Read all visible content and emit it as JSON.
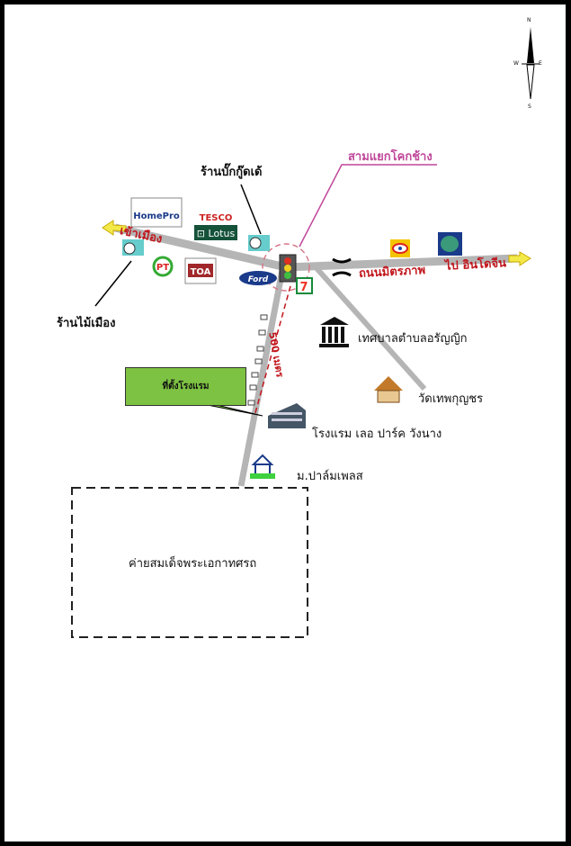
{
  "compass": {
    "n": "N",
    "s": "S",
    "e": "E",
    "w": "W"
  },
  "junction_label": "สามแยกโคกช้าง",
  "to_city": "เข้าเมือง",
  "road_name": "ถนนมิตรภาพ",
  "to_indochina": "ไป อินโดจีน",
  "shop_bigku": "ร้านบั๊กกู๊ดเด้",
  "shop_wood": "ร้านไม้เมือง",
  "municipality": "เทศบาลตำบลอรัญญิก",
  "temple": "วัดเทพกุญชร",
  "hotel": "โรงแรม เลอ ปาร์ค วังนาง",
  "village": "ม.ปาล์มเพลส",
  "camp": "ค่ายสมเด็จพระเอกาทศรถ",
  "hotel_callout": "ที่ตั้งโรงแรม",
  "distance": "500 เมตร",
  "logos": {
    "homepro": "HomePro",
    "tesco": "TESCO",
    "lotus": "Lotus",
    "toa": "TOA",
    "ford": "Ford",
    "seven": "7",
    "pt": "PT"
  },
  "colors": {
    "road": "#b5b5b5",
    "label_red": "#c0161c",
    "pink": "#c0479a",
    "green": "#7dc242"
  }
}
